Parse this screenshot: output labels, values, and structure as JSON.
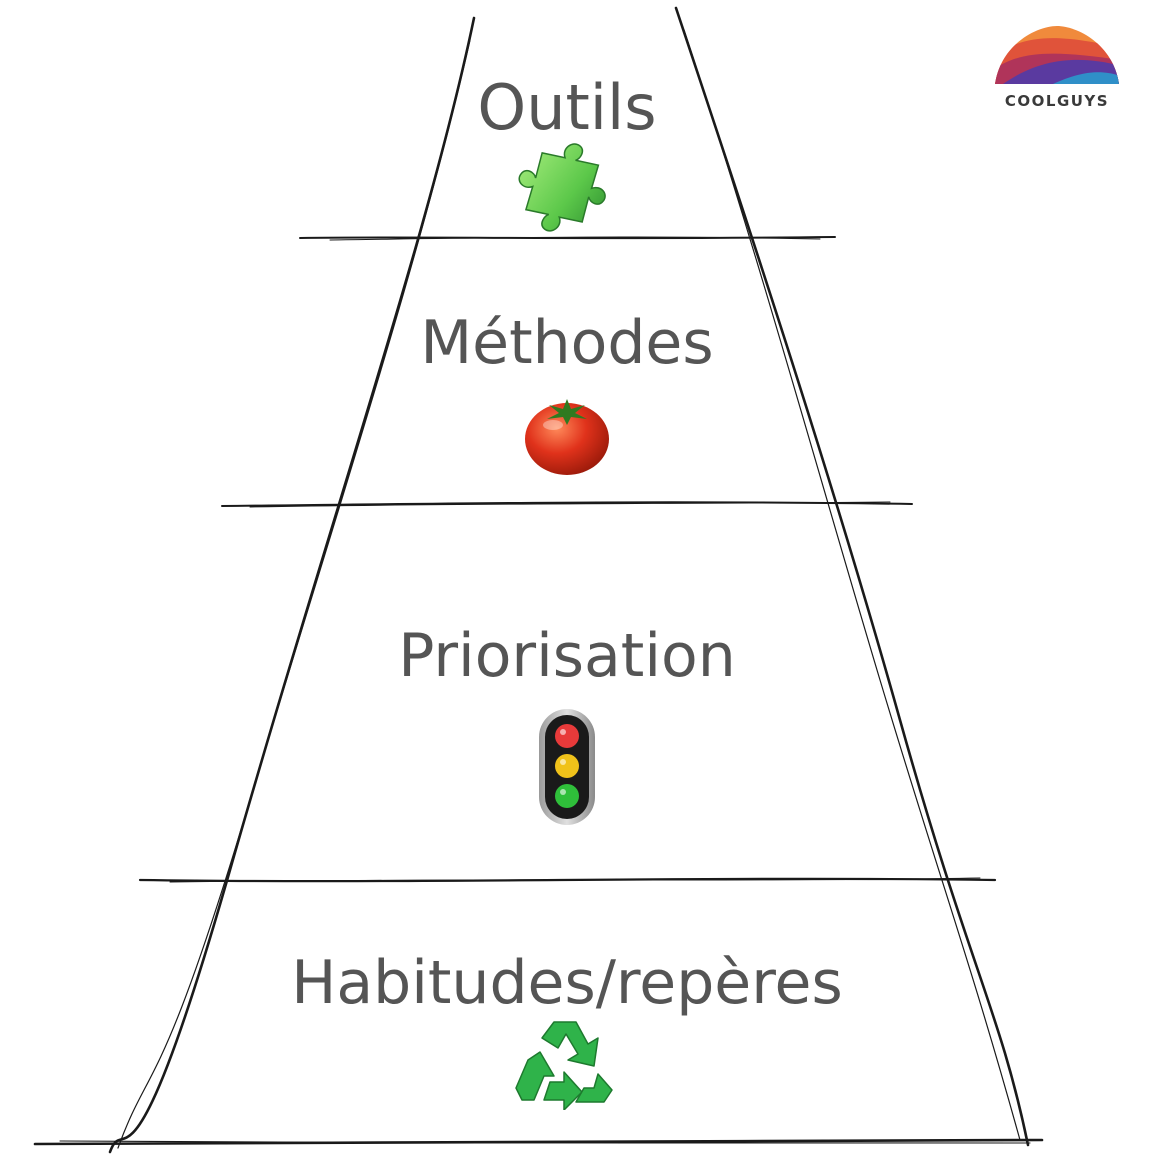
{
  "brand": {
    "name": "COOLGUYS"
  },
  "levels": [
    {
      "label": "Outils",
      "icon": "puzzle-piece-icon"
    },
    {
      "label": "Méthodes",
      "icon": "tomato-icon"
    },
    {
      "label": "Priorisation",
      "icon": "traffic-light-icon"
    },
    {
      "label": "Habitudes/repères",
      "icon": "recycle-icon"
    }
  ],
  "colors": {
    "text": "#555555",
    "line": "#1a1a1a",
    "puzzle": "#6fd35a",
    "tomato": "#e0321b",
    "recycle": "#2fb34a",
    "traffic_red": "#e83a3a",
    "traffic_yellow": "#f0c21a",
    "traffic_green": "#2fbf3a"
  }
}
